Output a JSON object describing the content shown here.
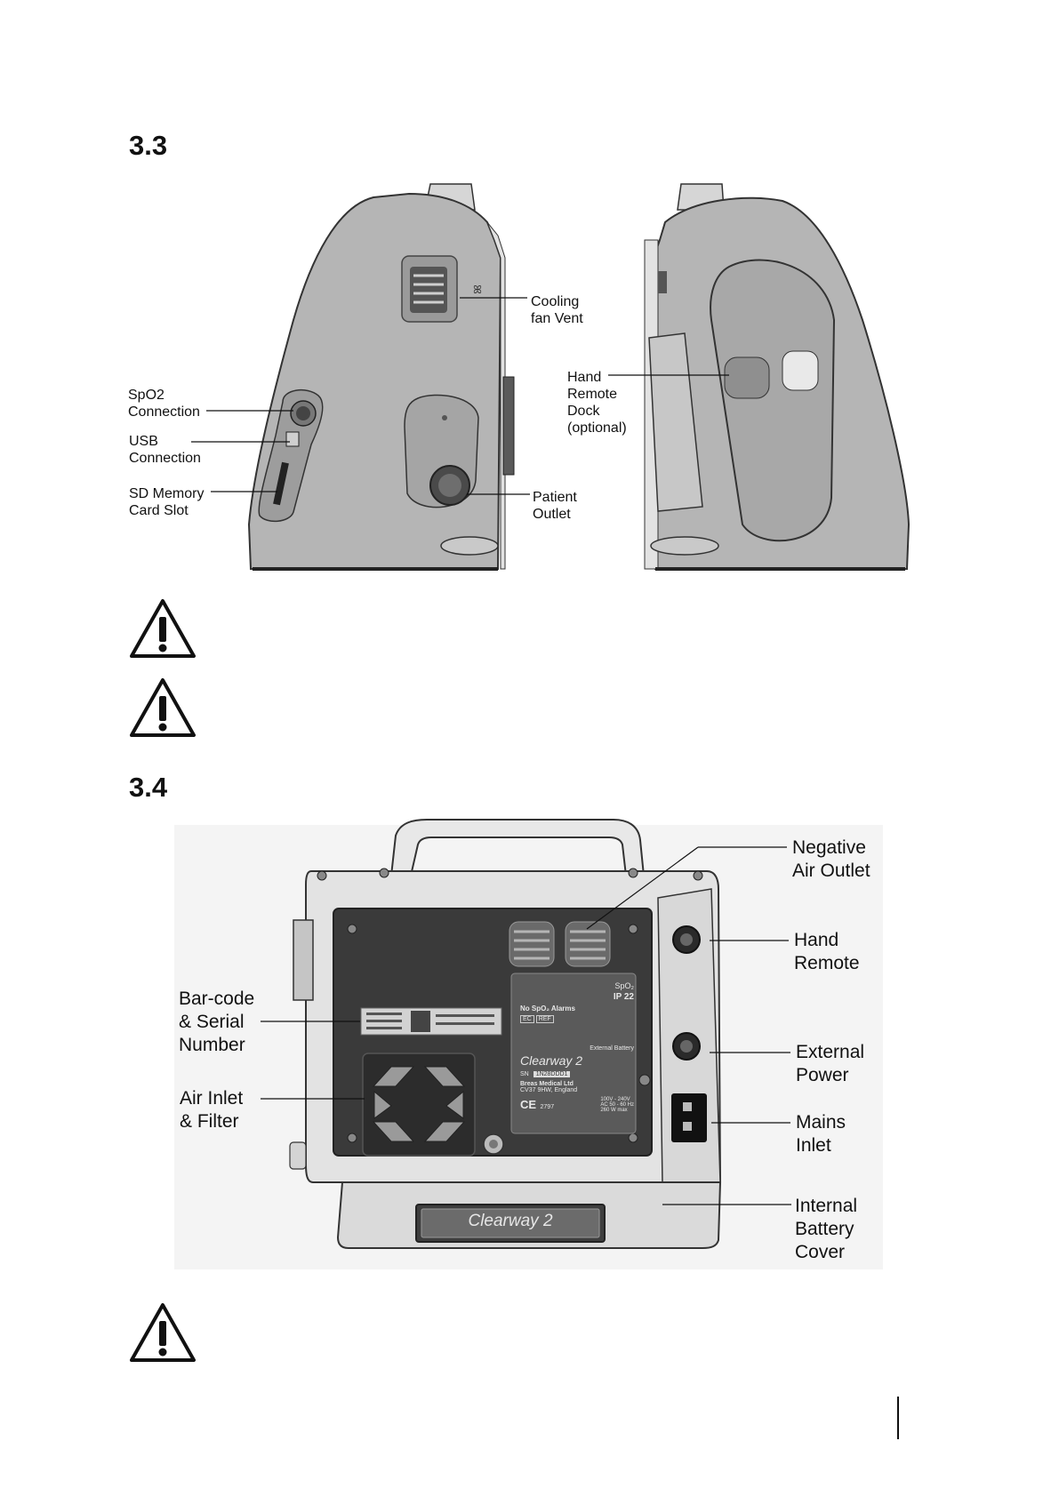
{
  "sections": [
    {
      "number": "3.3"
    },
    {
      "number": "3.4"
    }
  ],
  "side_view": {
    "labels": {
      "spo2": "SpO2\nConnection",
      "usb": "USB\nConnection",
      "sd": "SD Memory\nCard Slot",
      "cooling": "Cooling\nfan Vent",
      "hand_dock": "Hand\nRemote\nDock\n(optional)",
      "patient": "Patient\nOutlet"
    }
  },
  "rear_view": {
    "labels": {
      "negative": "Negative\nAir Outlet",
      "hand_remote": "Hand\nRemote",
      "barcode": "Bar-code\n& Serial\nNumber",
      "external_power": "External\nPower",
      "air_inlet": "Air Inlet\n& Filter",
      "mains": "Mains\nInlet",
      "battery": "Internal\nBattery\nCover"
    },
    "device_name": "Clearway 2",
    "rating_label": {
      "line_alarm": "No SpO₂ Alarms",
      "ip": "IP 22",
      "spo2_symbol": "SpO₂",
      "ext_battery": "External Battery",
      "sn_text": "SN",
      "sn_value": "1N28DDD1",
      "maker": "Breas Medical Ltd",
      "maker_addr": "CV37 9HW, England",
      "ce": "CE",
      "ce_num": "2797",
      "voltage": "100V - 240V",
      "freq": "AC 50 - 60 Hz",
      "power": "260 W max",
      "ec": "EC",
      "ref": "REF"
    }
  },
  "warning_icons": [
    "warning-icon",
    "warning-icon",
    "warning-icon"
  ]
}
